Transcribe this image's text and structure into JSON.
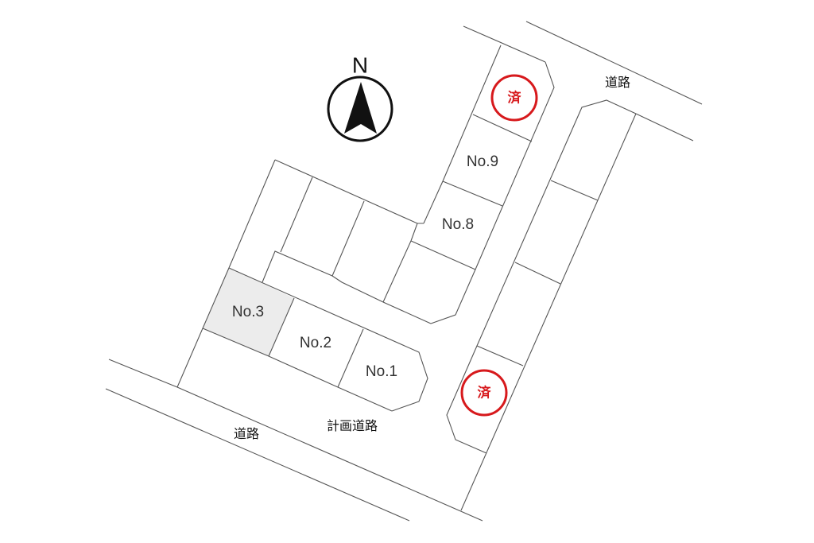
{
  "compass": {
    "north_label": "N"
  },
  "lots": {
    "no1": "No.1",
    "no2": "No.2",
    "no3": "No.3",
    "no8": "No.8",
    "no9": "No.9"
  },
  "sold_mark": {
    "label": "済",
    "color": "#d7191c"
  },
  "highlight_color": "#ececec",
  "roads": {
    "road_top_right": "道路",
    "road_bottom_left": "道路",
    "planned_road": "計画道路"
  }
}
